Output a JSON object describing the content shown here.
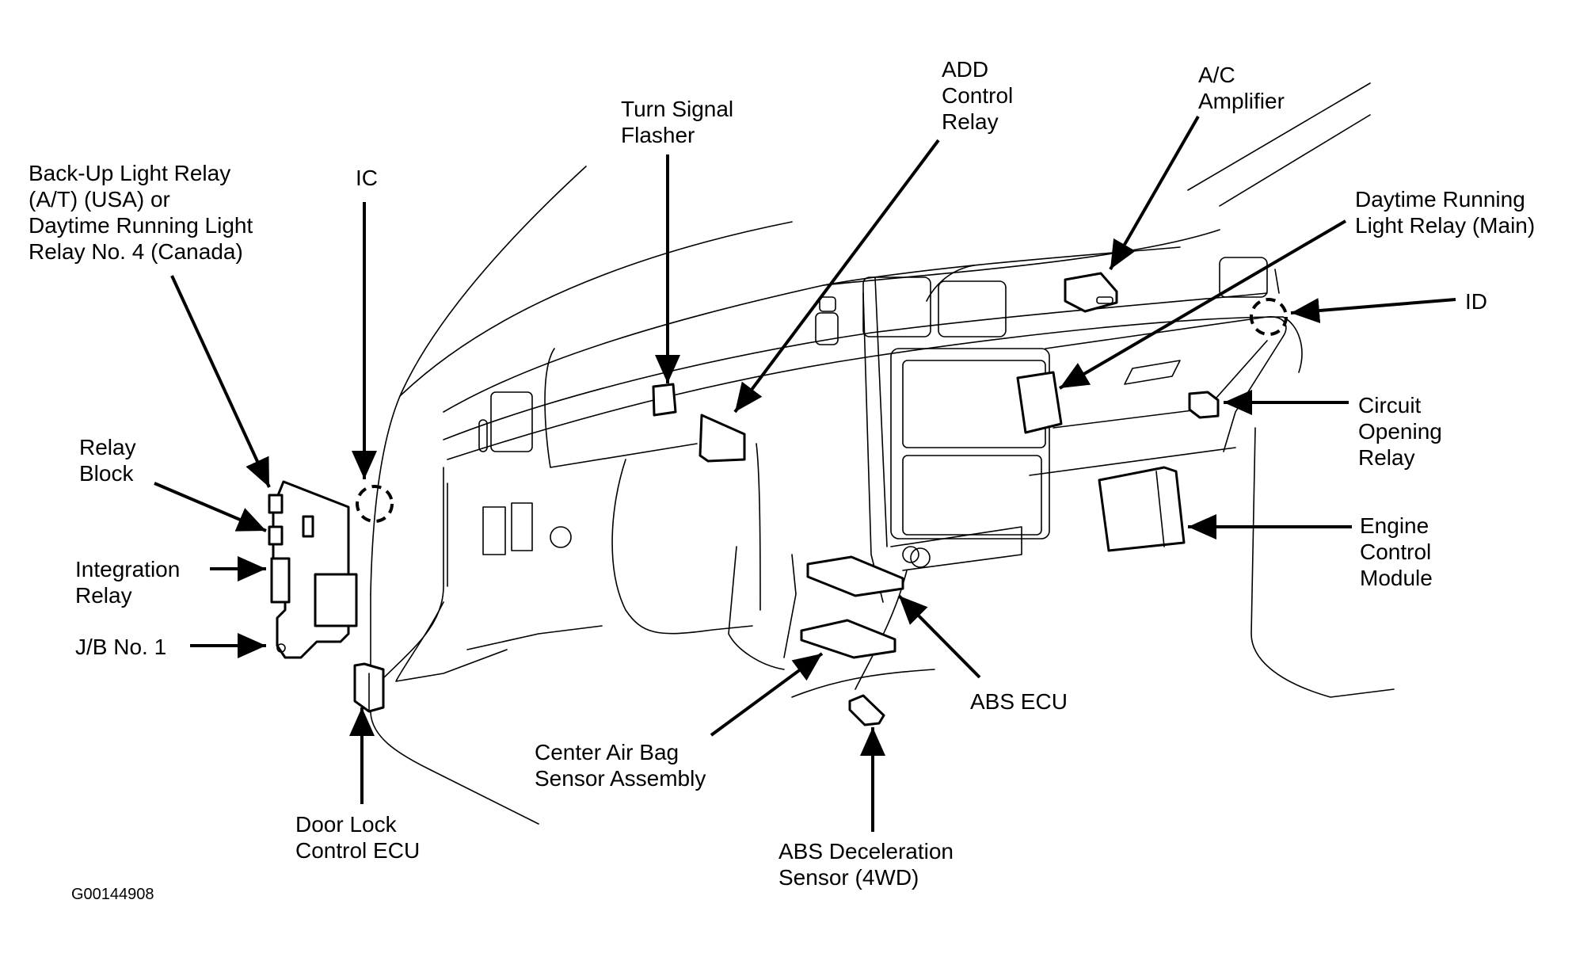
{
  "figure": {
    "title": "Dashboard Component Locator",
    "code": "G00144908"
  },
  "labels": {
    "backup_relay": [
      "Back-Up Light Relay",
      "(A/T) (USA) or",
      "Daytime Running Light",
      "Relay No. 4 (Canada)"
    ],
    "ic": [
      "IC"
    ],
    "turn_signal": [
      "Turn Signal",
      "Flasher"
    ],
    "add_control": [
      "ADD",
      "Control",
      "Relay"
    ],
    "ac_amp": [
      "A/C",
      "Amplifier"
    ],
    "drl_main": [
      "Daytime Running",
      "Light Relay (Main)"
    ],
    "id": [
      "ID"
    ],
    "relay_block": [
      "Relay",
      "Block"
    ],
    "integration_relay": [
      "Integration",
      "Relay"
    ],
    "jb1": [
      "J/B No. 1"
    ],
    "circuit_opening": [
      "Circuit",
      "Opening",
      "Relay"
    ],
    "ecm": [
      "Engine",
      "Control",
      "Module"
    ],
    "abs_ecu": [
      "ABS ECU"
    ],
    "airbag": [
      "Center Air Bag",
      "Sensor Assembly"
    ],
    "door_lock": [
      "Door Lock",
      "Control ECU"
    ],
    "abs_decel": [
      "ABS Deceleration",
      "Sensor (4WD)"
    ]
  }
}
